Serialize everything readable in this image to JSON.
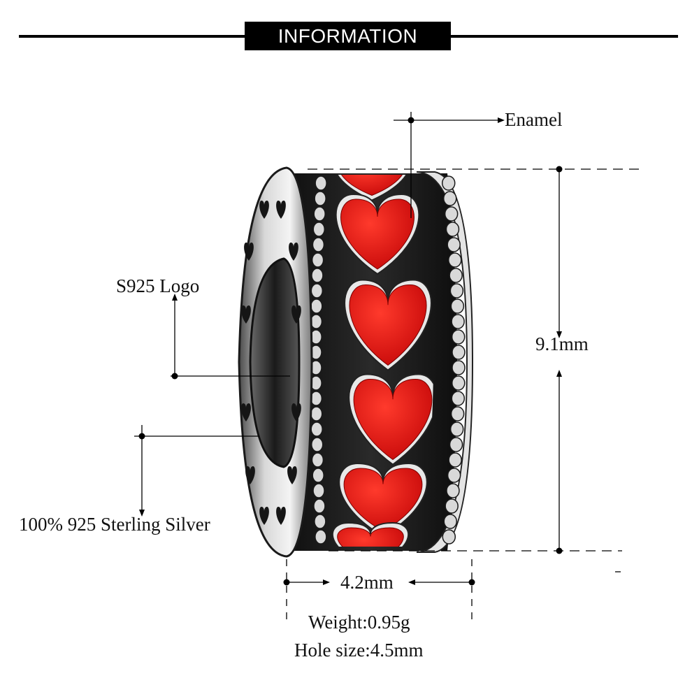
{
  "header": {
    "title": "INFORMATION"
  },
  "labels": {
    "enamel": "Enamel",
    "logo": "S925 Logo",
    "silver": "100% 925 Sterling Silver",
    "height": "9.1mm",
    "width": "4.2mm",
    "weight": "Weight:0.95g",
    "hole": "Hole size:4.5mm"
  },
  "colors": {
    "enamel_red": "#e01515",
    "silver_light": "#e6e6e6",
    "silver_dark": "#1c1c1c",
    "banner": "#000000"
  },
  "product": {
    "name": "charm-bead",
    "motif": "heart-icon"
  }
}
